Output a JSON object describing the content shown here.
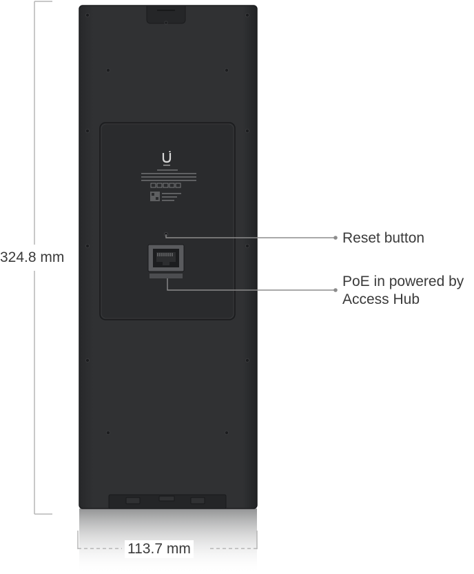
{
  "dimensions": {
    "height": "324.8 mm",
    "width": "113.7 mm"
  },
  "callouts": {
    "reset": "Reset button",
    "poe_line1": "PoE in powered by",
    "poe_line2": "Access Hub"
  },
  "colors": {
    "device_body": "#2e2f31",
    "device_edge": "#1c1d1f",
    "recess_panel": "#2a2b2d",
    "leader_line": "#8c8c8c",
    "dimension_line": "#b5b5b5",
    "label_text": "#3a3a3a"
  },
  "icons": [
    "ubiquiti-logo-icon",
    "ce-mark-icon",
    "qr-code-icon",
    "rj45-port-icon",
    "screw-icon"
  ]
}
